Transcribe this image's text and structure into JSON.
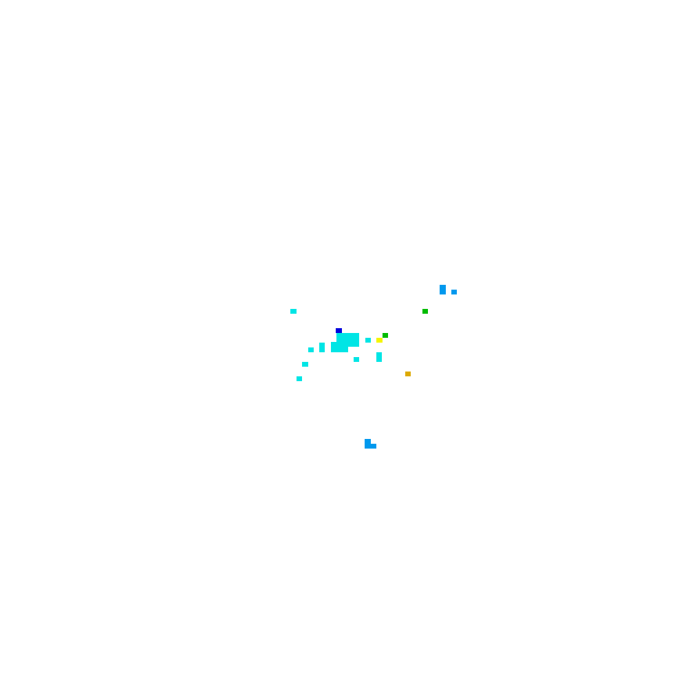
{
  "palette": {
    "background": "#ffffff",
    "cyan": "#00e5e5",
    "sky_blue": "#0099ee",
    "blue": "#0000dd",
    "green": "#00bb00",
    "yellow": "#f5f500",
    "gold": "#ddaa00"
  },
  "cluster_counts": {
    "cyan": 12,
    "sky_blue": 3,
    "blue": 1,
    "green": 2,
    "yellow": 1,
    "gold": 1
  }
}
